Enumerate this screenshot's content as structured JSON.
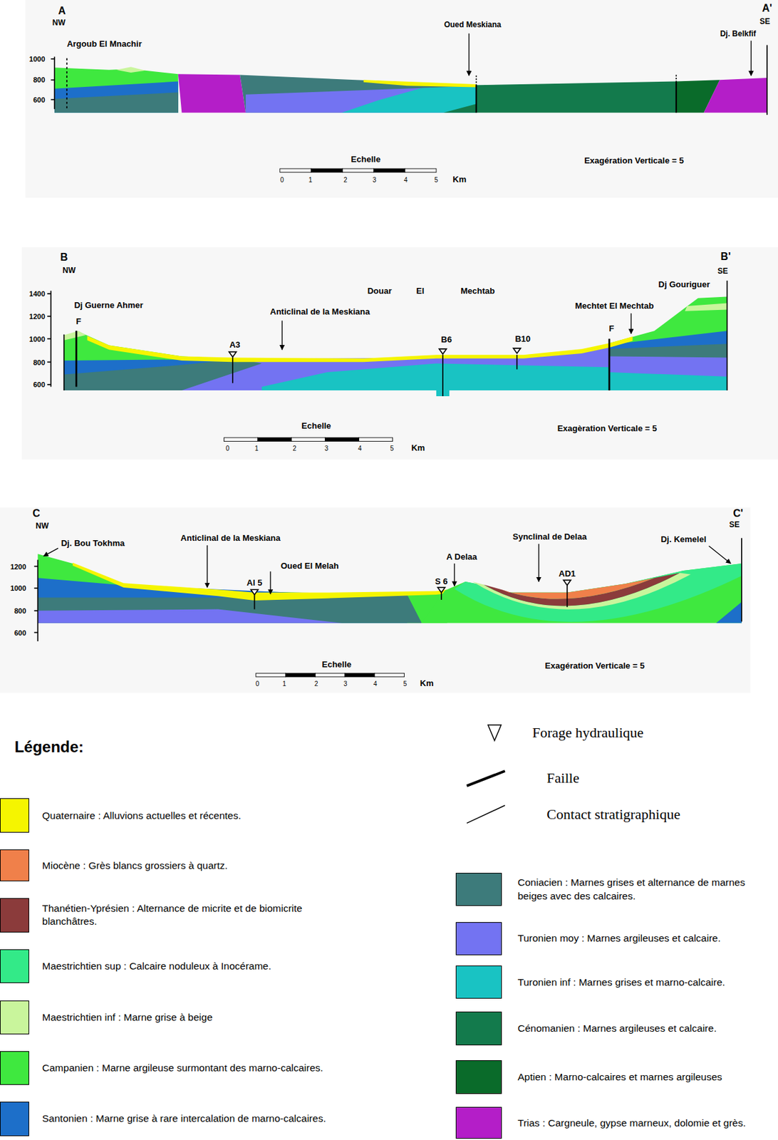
{
  "diagram": {
    "labels": [
      "A",
      "NW",
      "Argoub El Mnachir",
      "1000",
      "800",
      "600",
      "Oued Meskiana",
      "A'",
      "SE",
      "Dj. Belkfif",
      "Echelle",
      "0",
      "1",
      "2",
      "3",
      "4",
      "5",
      "Km",
      "Exagération Verticale = 5",
      "B",
      "NW",
      "1400",
      "1200",
      "1000",
      "800",
      "600",
      "Dj Guerne Ahmer",
      "F",
      "Anticlinal de la Meskiana",
      "Douar",
      "El",
      "Mechtab",
      "A3",
      "B6",
      "B10",
      "Dj Gouriguer",
      "B'",
      "SE",
      "Mechtet El Mechtab",
      "F",
      "Echelle",
      "0",
      "1",
      "2",
      "3",
      "4",
      "5",
      "Km",
      "Exagèration Verticale = 5",
      "C",
      "NW",
      "1200",
      "1000",
      "800",
      "600",
      "Dj. Bou Tokhma",
      "Anticlinal de la Meskiana",
      "Oued El Melah",
      "Al 5",
      "A Delaa",
      "S 6",
      "Synclinal de Delaa",
      "AD1",
      "Dj. Kemelel",
      "C'",
      "SE",
      "Echelle",
      "0",
      "1",
      "2",
      "3",
      "4",
      "5",
      "Km",
      "Exagération Verticale = 5",
      "Légende:"
    ],
    "legend": [
      {
        "text": "Quaternaire : Alluvions actuelles et récentes.",
        "color": "#f5f500"
      },
      {
        "text": "Miocène : Grès blancs grossiers à quartz.",
        "color": "#f0804a"
      },
      {
        "text": "Thanétien-Yprésien : Alternance de micrite et de biomicrite blanchâtres.",
        "color": "#8b3b3b"
      },
      {
        "text": "Maestrichtien sup : Calcaire noduleux à Inocérame.",
        "color": "#33ea88"
      },
      {
        "text": "Maestrichtien inf : Marne grise à beige",
        "color": "#c9f59c"
      },
      {
        "text": "Campanien : Marne argileuse surmontant des marno-calcaires.",
        "color": "#3fe83f"
      },
      {
        "text": "Santonien : Marne grise à rare intercalation de marno-calcaires.",
        "color": "#1d6fc9"
      },
      {
        "text": "Forage hydraulique"
      },
      {
        "text": "Faille"
      },
      {
        "text": "Contact stratigraphique"
      },
      {
        "text": "Coniacien : Marnes grises et alternance de marnes beiges avec des calcaires.",
        "color": "#3d7b7b"
      },
      {
        "text": "Turonien moy : Marnes argileuses et calcaire.",
        "color": "#7373f2"
      },
      {
        "text": "Turonien inf : Marnes grises et marno-calcaire.",
        "color": "#19c3c3"
      },
      {
        "text": "Cénomanien : Marnes argileuses et calcaire.",
        "color": "#137a4c"
      },
      {
        "text": "Aptien : Marno-calcaires et marnes argileuses",
        "color": "#0a6b2a"
      },
      {
        "text": "Trias : Cargneule, gypse marneux, dolomie et grès.",
        "color": "#b41ec8"
      }
    ]
  }
}
